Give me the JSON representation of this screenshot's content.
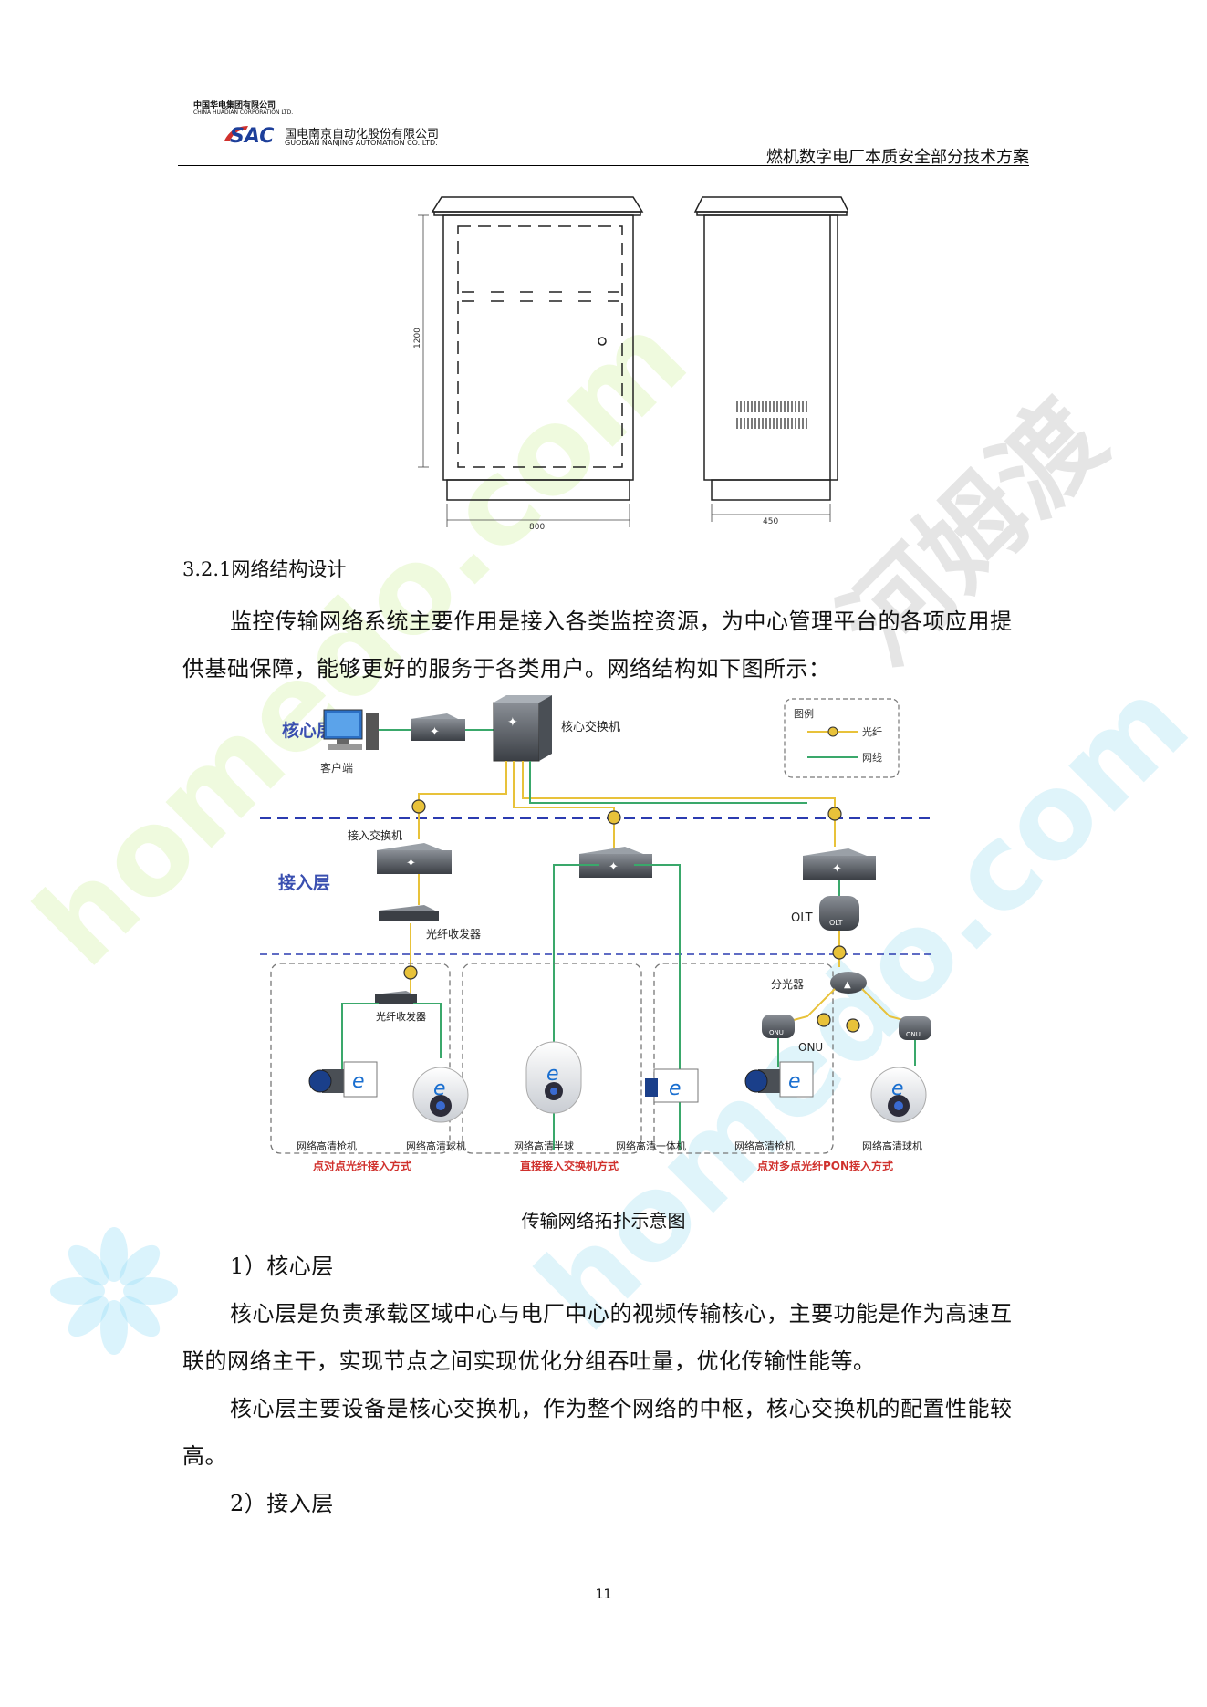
{
  "header": {
    "group_name": "中国华电集团有限公司",
    "group_name_en": "CHINA HUADIAN CORPORATION LTD.",
    "logo_text": "SAC",
    "company_name": "国电南京自动化股份有限公司",
    "company_name_en": "GUODIAN NANJING AUTOMATION CO.,LTD.",
    "doc_title": "燃机数字电厂本质安全部分技术方案"
  },
  "cabinet_drawing": {
    "height_label": "1200",
    "width_label": "800",
    "depth_label": "450"
  },
  "section_heading": "3.2.1网络结构设计",
  "paragraphs": {
    "p1": "监控传输网络系统主要作用是接入各类监控资源，为中心管理平台的各项应用提供基础保障，能够更好的服务于各类用户。网络结构如下图所示：",
    "item1": "1）核心层",
    "p2": "核心层是负责承载区域中心与电厂中心的视频传输核心，主要功能是作为高速互联的网络主干，实现节点之间实现优化分组吞吐量，优化传输性能等。",
    "p3": "核心层主要设备是核心交换机，作为整个网络的中枢，核心交换机的配置性能较高。",
    "item2": "2）接入层"
  },
  "diagram": {
    "layer_core": "核心层",
    "layer_access": "接入层",
    "client": "客户端",
    "core_switch": "核心交换机",
    "legend_title": "图例",
    "legend_fiber": "光纤",
    "legend_cable": "网线",
    "access_switch": "接入交换机",
    "fiber_transceiver_top": "光纤收发器",
    "fiber_transceiver_bottom": "光纤收发器",
    "olt": "OLT",
    "olt_badge": "OLT",
    "splitter": "分光器",
    "onu": "ONU",
    "onu_badge": "ONU",
    "cam1": "网络高清枪机",
    "cam2": "网络高清球机",
    "cam3": "网络高清半球",
    "cam4": "网络高清一体机",
    "cam5": "网络高清枪机",
    "cam6": "网络高清球机",
    "mode1": "点对点光纤接入方式",
    "mode2": "直接接入交换机方式",
    "mode3": "点对多点光纤PON接入方式"
  },
  "caption": "传输网络拓扑示意图",
  "page_number": "11",
  "watermark": {
    "text1": "homedo.com",
    "text2": "河姆渡"
  },
  "colors": {
    "fiber": "#e8c23a",
    "cable": "#3aa86b",
    "layer_label": "#3a4fb0",
    "dash_line": "#2b3bb0",
    "mode_label": "#d0312d"
  }
}
